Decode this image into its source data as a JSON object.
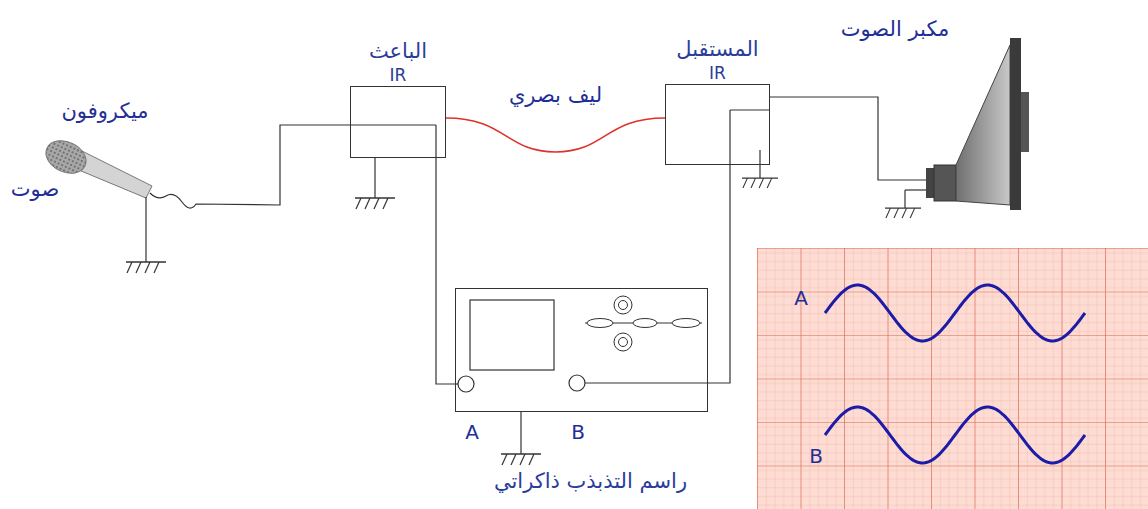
{
  "diagram": {
    "nodes": [
      {
        "text": [
          "الباعث",
          "IR"
        ]
      },
      {
        "text": [
          "المستقبل",
          "IR"
        ]
      },
      {
        "text": [
          "راسم التذبذب ذاكراتي"
        ]
      }
    ],
    "edges": [
      {
        "from": 0,
        "to": 1,
        "arrow": "none",
        "label": "ليف بصري"
      },
      {
        "from": 0,
        "to": 2,
        "arrow": "none"
      },
      {
        "from": 1,
        "to": 2,
        "arrow": "none"
      }
    ],
    "labels": [
      "ميكروفون",
      "صوت",
      "مكبر الصوت",
      "A",
      "B",
      "A",
      "B"
    ]
  }
}
